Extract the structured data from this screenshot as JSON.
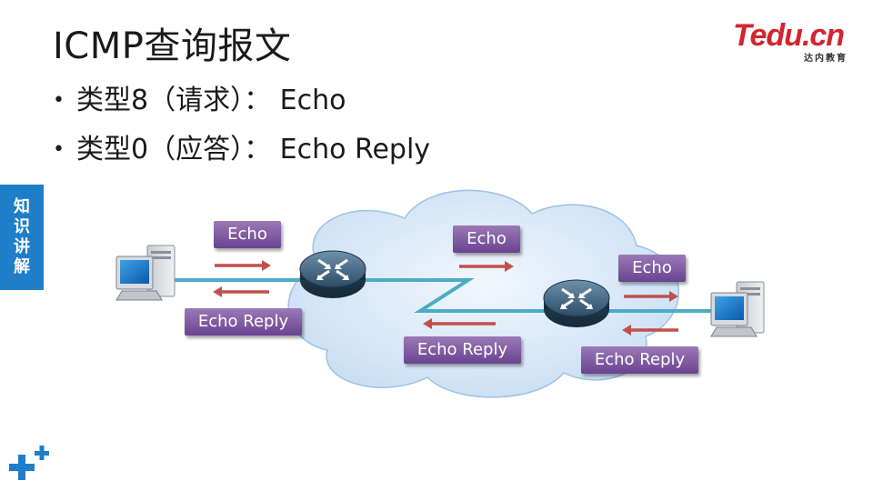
{
  "title": "ICMP查询报文",
  "logo": {
    "brand": "Tedu.cn",
    "subtitle": "达内教育"
  },
  "bullets": [
    "类型8（请求）：  Echo",
    "类型0（应答）：  Echo Reply"
  ],
  "side_tab": {
    "lines": [
      "知",
      "识",
      "讲",
      "解"
    ]
  },
  "diagram": {
    "labels": {
      "left_echo": "Echo",
      "left_reply": "Echo Reply",
      "mid_echo": "Echo",
      "mid_reply": "Echo Reply",
      "right_echo": "Echo",
      "right_reply": "Echo Reply"
    },
    "colors": {
      "label_purple": "#7a53a0",
      "arrow_red": "#c0504d",
      "link_teal": "#4bacc6",
      "cloud": "#d6e6f7",
      "router_dark": "#2a4a63"
    }
  }
}
